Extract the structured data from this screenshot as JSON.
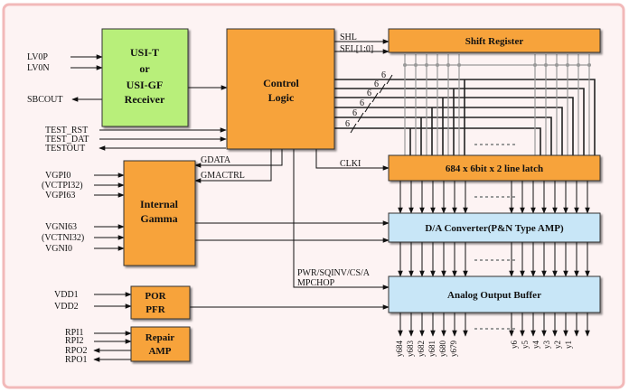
{
  "blocks": {
    "usi": {
      "lines": [
        "USI-T",
        "or",
        "USI-GF",
        "Receiver"
      ],
      "color": "#b8ef7a"
    },
    "control": {
      "lines": [
        "Control",
        "Logic"
      ],
      "color": "#f7a33a"
    },
    "shift": {
      "label": "Shift Register",
      "color": "#f7a33a"
    },
    "latch": {
      "label": "684 x 6bit x 2 line latch",
      "color": "#f7a33a"
    },
    "dac": {
      "label": "D/A Converter(P&N  Type  AMP)",
      "color": "#c8e6f7"
    },
    "aob": {
      "label": "Analog  Output  Buffer",
      "color": "#c8e6f7"
    },
    "gamma": {
      "lines": [
        "Internal",
        "Gamma"
      ],
      "color": "#f7a33a"
    },
    "por": {
      "lines": [
        "POR",
        "PFR"
      ],
      "color": "#f7a33a"
    },
    "repair": {
      "lines": [
        "Repair",
        "AMP"
      ],
      "color": "#f7a33a"
    }
  },
  "signals": {
    "lv0p": "LV0P",
    "lv0n": "LV0N",
    "sbcout": "SBCOUT",
    "test_rst": "TEST_RST",
    "test_dat": "TEST_DAT",
    "testout": "TESTOUT",
    "vgpi0": "VGPI0",
    "vctpi32": "(VCTPI32)",
    "vgpi63": "VGPI63",
    "vgni63": "VGNI63",
    "vctni32": "(VCTNI32)",
    "vgni0": "VGNI0",
    "vdd1": "VDD1",
    "vdd2": "VDD2",
    "rpi1": "RPI1",
    "rpi2": "RPI2",
    "rpo2": "RPO2",
    "rpo1": "RPO1",
    "shl": "SHL",
    "sel": "SEL[1:0]",
    "clki": "CLKI",
    "gdata": "GDATA",
    "gmactrl": "GMACTRL",
    "pwr": "PWR/SQINV/CS/A",
    "mpchop": "MPCHOP",
    "bus_width": "6"
  },
  "outputs_left": [
    "y684",
    "y683",
    "y682",
    "y681",
    "y680",
    "y679"
  ],
  "outputs_right": [
    "y6",
    "y5",
    "y4",
    "y3",
    "y2",
    "y1"
  ],
  "colors": {
    "frame_border": "#f2b9b9",
    "frame_fill": "#fdf3f3"
  }
}
